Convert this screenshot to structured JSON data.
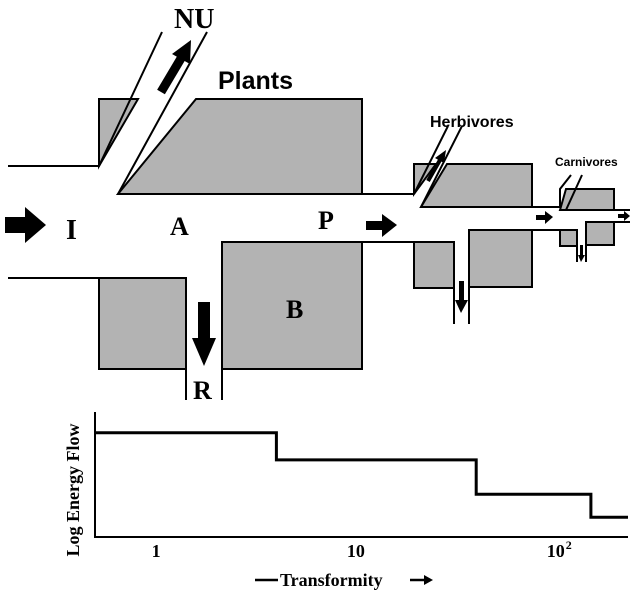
{
  "diagram": {
    "labels": {
      "input": "I",
      "absorbed": "A",
      "production": "P",
      "not_used": "NU",
      "respiration": "R",
      "biomass": "B",
      "plants": "Plants",
      "herbivores": "Herbivores",
      "carnivores": "Carnivores"
    },
    "colors": {
      "box_fill": "#b3b3b3",
      "line": "#000000",
      "background": "#ffffff"
    }
  },
  "chart_data": {
    "type": "line",
    "ylabel": "Log Energy Flow",
    "xlabel": "Transformity",
    "x_scale": "log",
    "x_ticks": [
      {
        "value": 1,
        "label": "1"
      },
      {
        "value": 10,
        "label": "10"
      },
      {
        "value": 100,
        "label": "10",
        "superscript": "2"
      }
    ],
    "y_ticks": [],
    "series": [
      {
        "style": "step",
        "points": [
          {
            "x": 0.5,
            "y": 1.0
          },
          {
            "x": 4.0,
            "y": 1.0
          },
          {
            "x": 4.0,
            "y": 0.74
          },
          {
            "x": 40,
            "y": 0.74
          },
          {
            "x": 40,
            "y": 0.41
          },
          {
            "x": 150,
            "y": 0.41
          },
          {
            "x": 150,
            "y": 0.19
          },
          {
            "x": 230,
            "y": 0.19
          }
        ]
      }
    ],
    "xlim": [
      0.5,
      230
    ],
    "ylim": [
      0,
      1.2
    ],
    "grid": false,
    "legend": "none"
  }
}
